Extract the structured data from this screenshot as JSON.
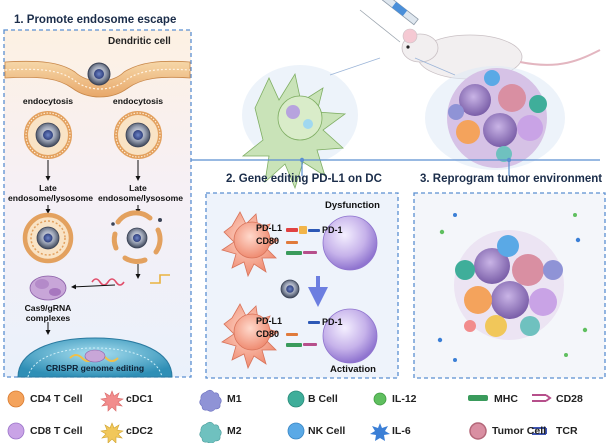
{
  "panel1": {
    "title": "1. Promote endosome escape",
    "cell_label": "Dendritic cell",
    "endocytosis_left": "endocytosis",
    "endocytosis_right": "endocytosis",
    "late_left_1": "Late",
    "late_left_2": "endosome/lysosome",
    "late_right_1": "Late",
    "late_right_2": "endosome/lysosome",
    "complex_1": "Cas9/gRNA",
    "complex_2": "complexes",
    "nucleus_label": "CRISPR genome editing"
  },
  "panel2": {
    "title": "2. Gene editing PD-L1 on DC",
    "dysfunction": "Dysfunction",
    "pdl1_top": "PD-L1",
    "cd80_top": "CD80",
    "pd1_top": "PD-1",
    "pdl1_bottom": "PD-L1",
    "cd80_bottom": "CD80",
    "pd1_bottom": "PD-1",
    "activation": "Activation"
  },
  "panel3": {
    "title": "3. Reprogram tumor environment"
  },
  "legend": [
    {
      "label": "CD4 T Cell",
      "icon": "cd4-t-cell-icon",
      "color": "#f4a35c"
    },
    {
      "label": "cDC1",
      "icon": "cdc1-icon",
      "color": "#f28c8c"
    },
    {
      "label": "M1",
      "icon": "m1-icon",
      "color": "#8f93d6"
    },
    {
      "label": "B Cell",
      "icon": "b-cell-icon",
      "color": "#3fae9a"
    },
    {
      "label": "IL-12",
      "icon": "il12-icon",
      "color": "#5fbf5f"
    },
    {
      "label": "MHC",
      "icon": "mhc-icon",
      "color": "#3a9b5c"
    },
    {
      "label": "CD28",
      "icon": "cd28-icon",
      "color": "#b64f8b"
    },
    {
      "label": "CD8 T Cell",
      "icon": "cd8-t-cell-icon",
      "color": "#c9a3e6"
    },
    {
      "label": "cDC2",
      "icon": "cdc2-icon",
      "color": "#f1c75a"
    },
    {
      "label": "M2",
      "icon": "m2-icon",
      "color": "#6fc1bf"
    },
    {
      "label": "NK Cell",
      "icon": "nk-cell-icon",
      "color": "#5aa9e6"
    },
    {
      "label": "IL-6",
      "icon": "il6-icon",
      "color": "#3b7fd6"
    },
    {
      "label": "Tumor Cell",
      "icon": "tumor-cell-icon",
      "color": "#d98fa2"
    },
    {
      "label": "TCR",
      "icon": "tcr-icon",
      "color": "#3f56b5"
    }
  ]
}
